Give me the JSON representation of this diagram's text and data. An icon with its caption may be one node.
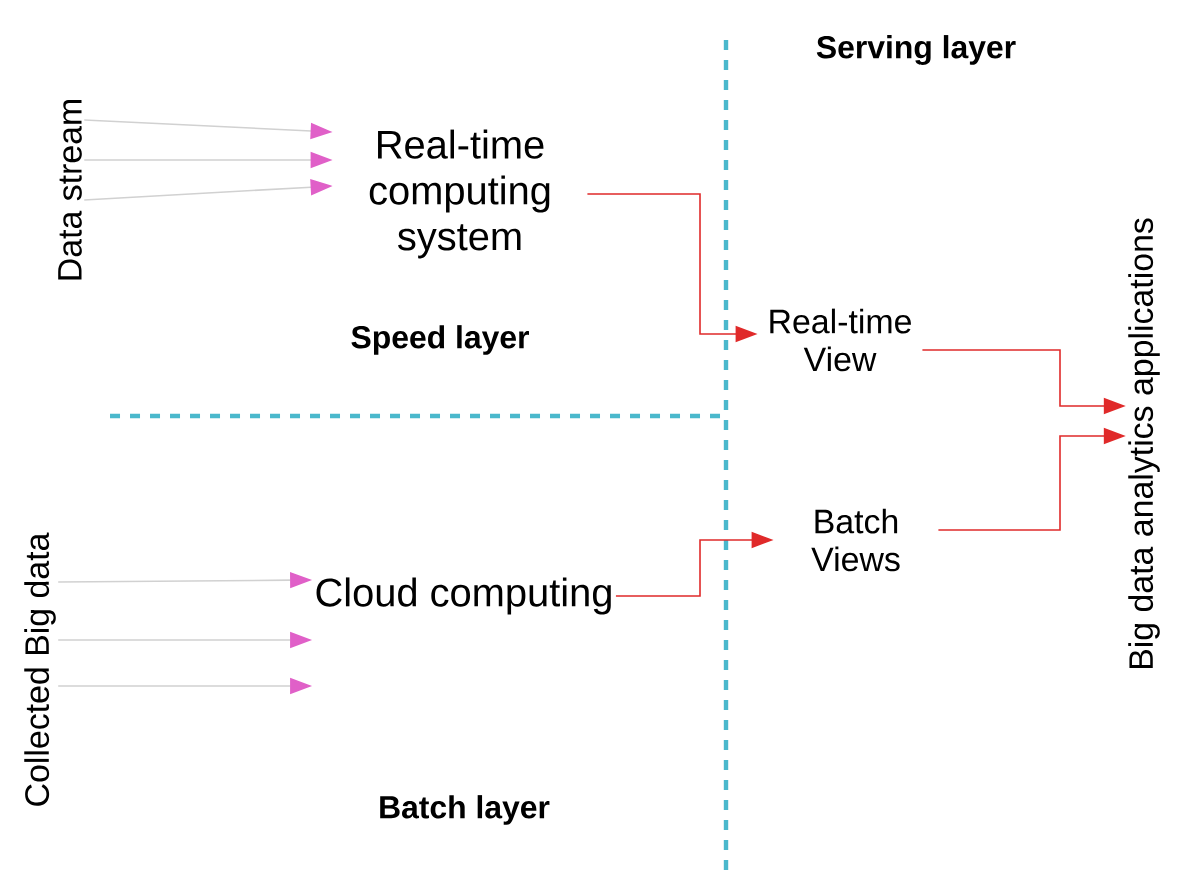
{
  "diagram": {
    "nodes": [
      {
        "text": [
          "Data stream"
        ]
      },
      {
        "text": [
          "Real-time computing system"
        ]
      },
      {
        "text": [
          "Collected Big data"
        ]
      },
      {
        "text": [
          "Cloud computing"
        ]
      },
      {
        "text": [
          "Real-time View"
        ]
      },
      {
        "text": [
          "Batch Views"
        ]
      },
      {
        "text": [
          "Big data analytics applications"
        ]
      }
    ],
    "edges": [
      {
        "from": 0,
        "to": 1,
        "arrow": "to"
      },
      {
        "from": 0,
        "to": 1,
        "arrow": "to"
      },
      {
        "from": 0,
        "to": 1,
        "arrow": "to"
      },
      {
        "from": 2,
        "to": 3,
        "arrow": "to"
      },
      {
        "from": 2,
        "to": 3,
        "arrow": "to"
      },
      {
        "from": 2,
        "to": 3,
        "arrow": "to"
      },
      {
        "from": 1,
        "to": 4,
        "arrow": "to",
        "color": "#e02a2a"
      },
      {
        "from": 3,
        "to": 5,
        "arrow": "to",
        "color": "#e02a2a"
      },
      {
        "from": 4,
        "to": 6,
        "arrow": "to",
        "color": "#e02a2a"
      },
      {
        "from": 5,
        "to": 6,
        "arrow": "to",
        "color": "#e02a2a"
      }
    ],
    "labels": [
      "Serving layer",
      "Speed layer",
      "Batch layer"
    ]
  }
}
